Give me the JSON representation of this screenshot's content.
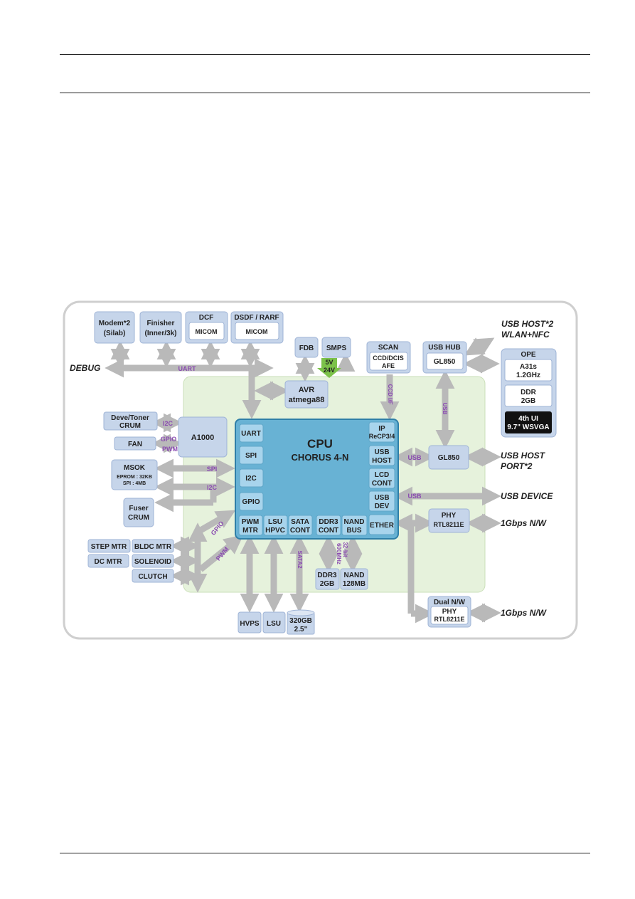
{
  "blocks": {
    "modem": [
      "Modem*2",
      "(Silab)"
    ],
    "finisher": [
      "Finisher",
      "(Inner/3k)"
    ],
    "dcf": {
      "title": "DCF",
      "inner": "MICOM"
    },
    "dsdf": {
      "title": "DSDF / RARF",
      "inner": "MICOM"
    },
    "fdb": "FDB",
    "smps": "SMPS",
    "smps_voltage": [
      "5V",
      "24V"
    ],
    "scan": {
      "title": "SCAN",
      "inner": [
        "CCD/DCIS",
        "AFE"
      ]
    },
    "usb_hub": {
      "title": "USB HUB",
      "inner": "GL850"
    },
    "ope": {
      "title": "OPE",
      "cpu": [
        "A31s",
        "1.2GHz"
      ],
      "ddr": [
        "DDR",
        "2GB"
      ],
      "lcd": [
        "4th UI",
        "9.7\" WSVGA"
      ]
    },
    "avr": [
      "AVR",
      "atmega88"
    ],
    "a1000": "A1000",
    "deve_toner": [
      "Deve/Toner",
      "CRUM"
    ],
    "fan": "FAN",
    "msok": {
      "title": "MSOK",
      "lines": [
        "EPROM : 32KB",
        "SPI : 4MB"
      ]
    },
    "fuser": [
      "Fuser",
      "CRUM"
    ],
    "step_mtr": "STEP MTR",
    "dc_mtr": "DC MTR",
    "bldc_mtr": "BLDC MTR",
    "solenoid": "SOLENOID",
    "clutch": "CLUTCH",
    "gl850": "GL850",
    "phy1": [
      "PHY",
      "RTL8211E"
    ],
    "dual_nw": {
      "title": "Dual N/W",
      "inner": [
        "PHY",
        "RTL8211E"
      ]
    },
    "hvps": "HVPS",
    "lsu": "LSU",
    "hdd": [
      "320GB",
      "2.5\""
    ],
    "ddr3": [
      "DDR3",
      "2GB"
    ],
    "nand": [
      "NAND",
      "128MB"
    ]
  },
  "cpu": {
    "title": "CPU",
    "subtitle": "CHORUS 4-N",
    "left": [
      "UART",
      "SPI",
      "I2C",
      "GPIO"
    ],
    "right": [
      [
        "IP",
        "ReCP3/4"
      ],
      [
        "USB",
        "HOST"
      ],
      [
        "LCD",
        "CONT"
      ],
      [
        "USB",
        "DEV"
      ],
      [
        "ETHER"
      ]
    ],
    "bottom": [
      [
        "PWM",
        "MTR"
      ],
      [
        "LSU",
        "HPVC"
      ],
      [
        "SATA",
        "CONT"
      ],
      [
        "DDR3",
        "CONT"
      ],
      [
        "NAND",
        "BUS"
      ]
    ]
  },
  "external": {
    "debug": "DEBUG",
    "usb_host_wlan": [
      "USB HOST*2",
      "WLAN+NFC"
    ],
    "usb_host_port": [
      "USB HOST",
      "PORT*2"
    ],
    "usb_device": "USB DEVICE",
    "gbps1": "1Gbps N/W",
    "gbps2": "1Gbps N/W"
  },
  "bus_labels": {
    "uart": "UART",
    "i2c_top": "I2C",
    "gpio": "GPIO",
    "pwm": "PWM",
    "spi": "SPI",
    "i2c_mid": "I2C",
    "gpio_diag": "GPIO",
    "pwm_diag": "PWM",
    "ccd_if": "CCD I/F",
    "usb_vert": "USB",
    "usb_host": "USB",
    "usb_dev": "USB",
    "sata2": "SATA2",
    "bus_32bit": "32-bit",
    "bus_600mhz": "600MHz"
  }
}
